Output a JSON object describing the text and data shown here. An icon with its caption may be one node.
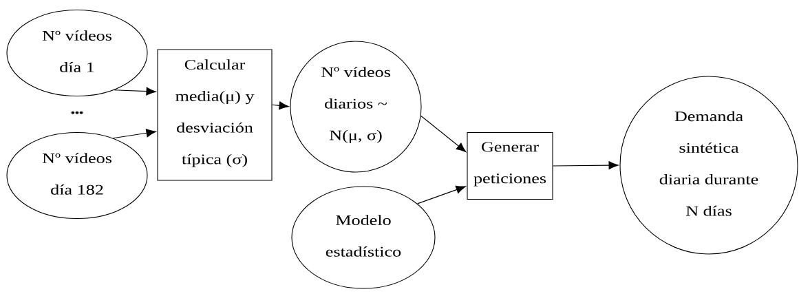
{
  "diagram": {
    "nodes": [
      {
        "text": [
          "Nº vídeos día 1"
        ]
      },
      {
        "text": [
          "Nº vídeos día 182"
        ]
      },
      {
        "text": [
          "Calcular media(μ) y desviación típica (σ)"
        ]
      },
      {
        "text": [
          "Nº vídeos diarios ~ N(μ, σ)"
        ]
      },
      {
        "text": [
          "Generar peticiones"
        ]
      },
      {
        "text": [
          "Demanda sintética diaria durante N días"
        ]
      },
      {
        "text": [
          "Modelo estadístico"
        ]
      }
    ],
    "edges": [
      {
        "from": 0,
        "to": 2,
        "arrow": "to"
      },
      {
        "from": 1,
        "to": 2,
        "arrow": "to"
      },
      {
        "from": 2,
        "to": 3,
        "arrow": "to"
      },
      {
        "from": 3,
        "to": 4,
        "arrow": "to"
      },
      {
        "from": 6,
        "to": 4,
        "arrow": "to"
      },
      {
        "from": 4,
        "to": 5,
        "arrow": "to"
      }
    ],
    "labels": [
      "•••"
    ]
  }
}
